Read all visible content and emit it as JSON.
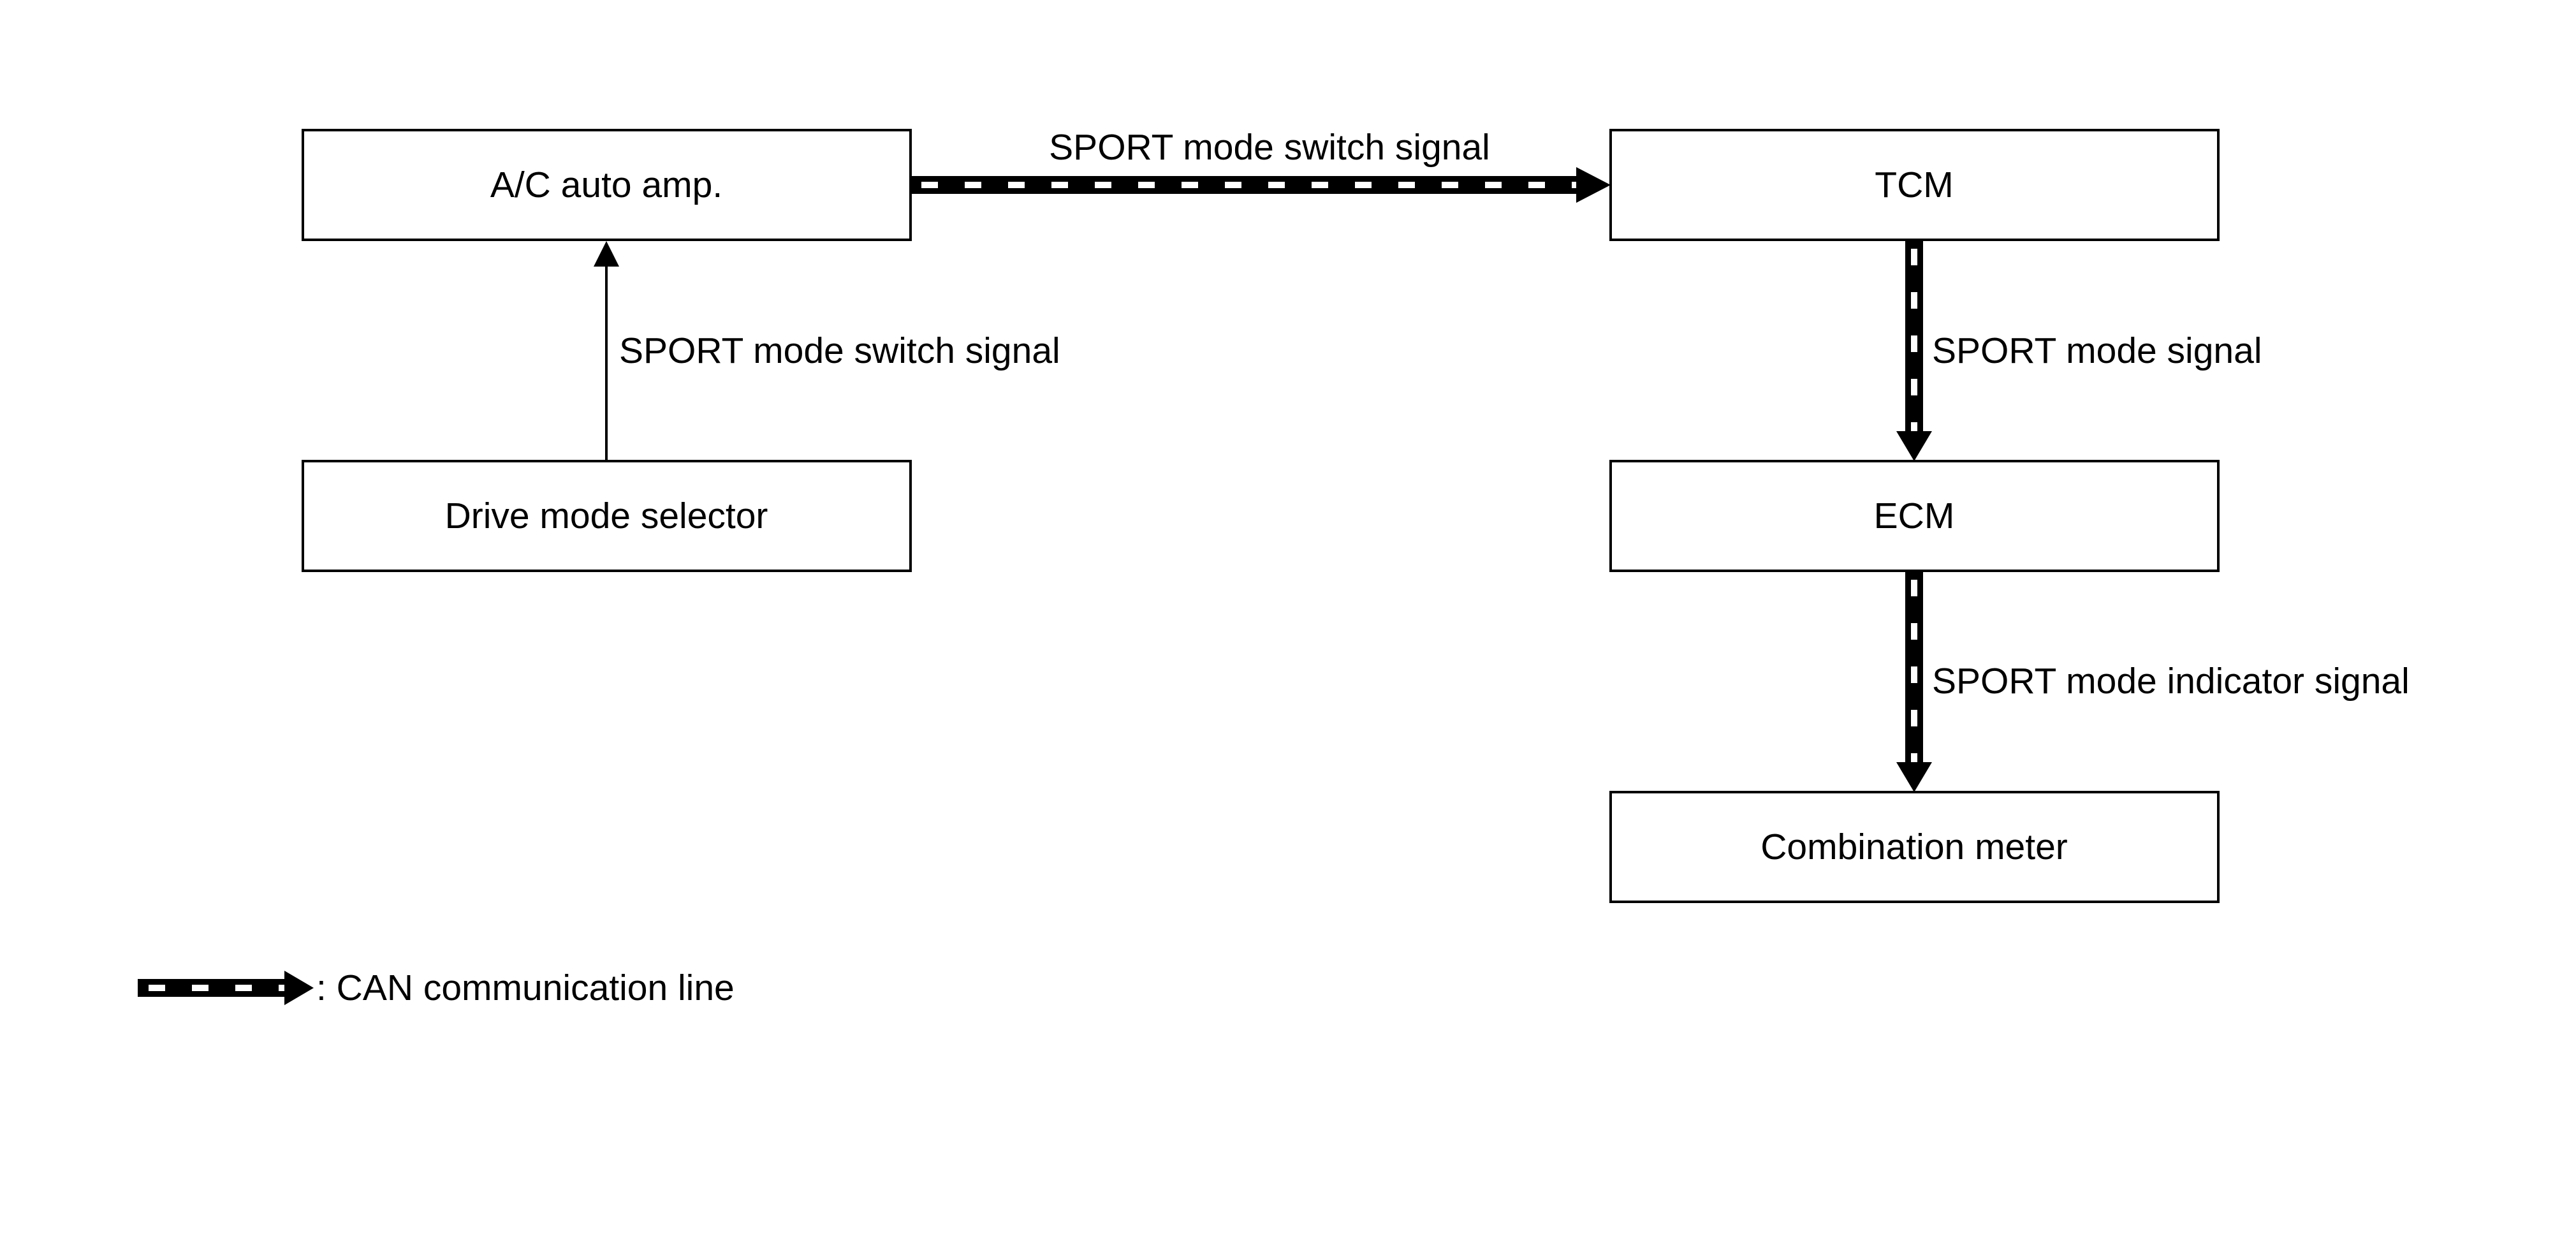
{
  "diagram": {
    "boxes": {
      "ac_amp": "A/C auto amp.",
      "drive_mode_selector": "Drive mode selector",
      "tcm": "TCM",
      "ecm": "ECM",
      "combination_meter": "Combination meter"
    },
    "signals": {
      "selector_to_ac": "SPORT mode switch signal",
      "ac_to_tcm": "SPORT mode switch signal",
      "tcm_to_ecm": "SPORT mode signal",
      "ecm_to_meter": "SPORT mode indicator signal"
    },
    "legend": {
      "can_line": ": CAN communication line"
    }
  }
}
